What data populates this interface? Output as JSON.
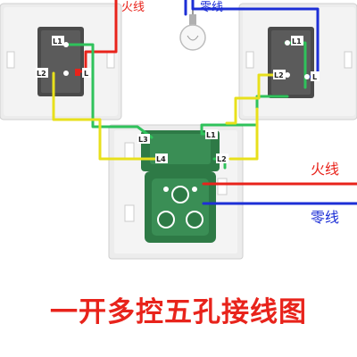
{
  "labels": {
    "fire_top": "火线",
    "neutral_top": "零线",
    "fire_right": "火线",
    "neutral_right": "零线"
  },
  "terminals": {
    "left_l1": "L1",
    "left_l2": "L2",
    "left_l": "L",
    "right_l1": "L1",
    "right_l2": "L2",
    "right_l": "L",
    "center_l3": "L3",
    "center_l4": "L4",
    "center_l1": "L1",
    "center_l2": "L2"
  },
  "title": "一开多控五孔接线图",
  "colors": {
    "live": "#e8231b",
    "neutral": "#1d2fd6",
    "traveler_yellow": "#e8e01c",
    "traveler_green": "#2fc25b",
    "panel": "#ececec",
    "module": "#2e7a46"
  }
}
